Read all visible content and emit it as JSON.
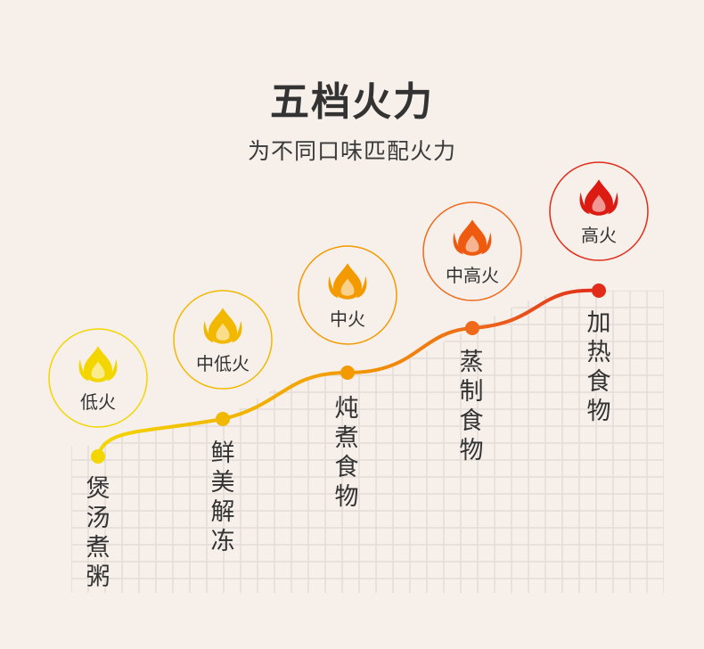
{
  "header": {
    "title": "五档火力",
    "subtitle": "为不同口味匹配火力"
  },
  "levels": [
    {
      "label": "低火",
      "use": "煲汤煮粥",
      "color": "#f3d600",
      "flame_color": "#f3d600"
    },
    {
      "label": "中低火",
      "use": "鲜美解冻",
      "color": "#f2b800",
      "flame_color": "#f2b800"
    },
    {
      "label": "中火",
      "use": "炖煮食物",
      "color": "#f29a00",
      "flame_color": "#f29a00"
    },
    {
      "label": "中高火",
      "use": "蒸制食物",
      "color": "#ee6a1a",
      "flame_color": "#ee5a10"
    },
    {
      "label": "高火",
      "use": "加热食物",
      "color": "#e02c18",
      "flame_color": "#dc1c12"
    }
  ],
  "theme": {
    "background": "#f6efea",
    "grid_color": "#e3dcd7",
    "text_color": "#333333"
  }
}
